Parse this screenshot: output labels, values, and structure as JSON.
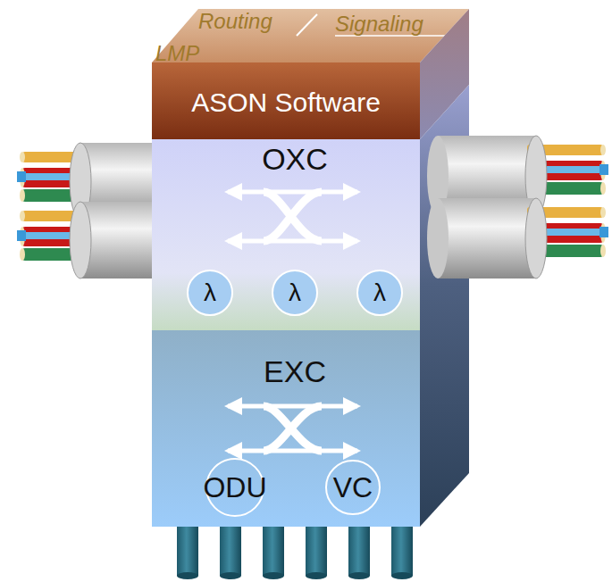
{
  "diagram": {
    "nodes": [
      {
        "text": [
          "ASON Software"
        ]
      },
      {
        "text": [
          "OXC"
        ]
      },
      {
        "text": [
          "λ"
        ],
        "in": 1
      },
      {
        "text": [
          "λ"
        ],
        "in": 1
      },
      {
        "text": [
          "λ"
        ],
        "in": 1
      },
      {
        "text": [
          "EXC"
        ]
      },
      {
        "text": [
          "ODU"
        ],
        "in": 5
      },
      {
        "text": [
          "VC"
        ],
        "in": 5
      }
    ],
    "labels": [
      "Routing",
      "Signaling",
      "LMP"
    ]
  }
}
